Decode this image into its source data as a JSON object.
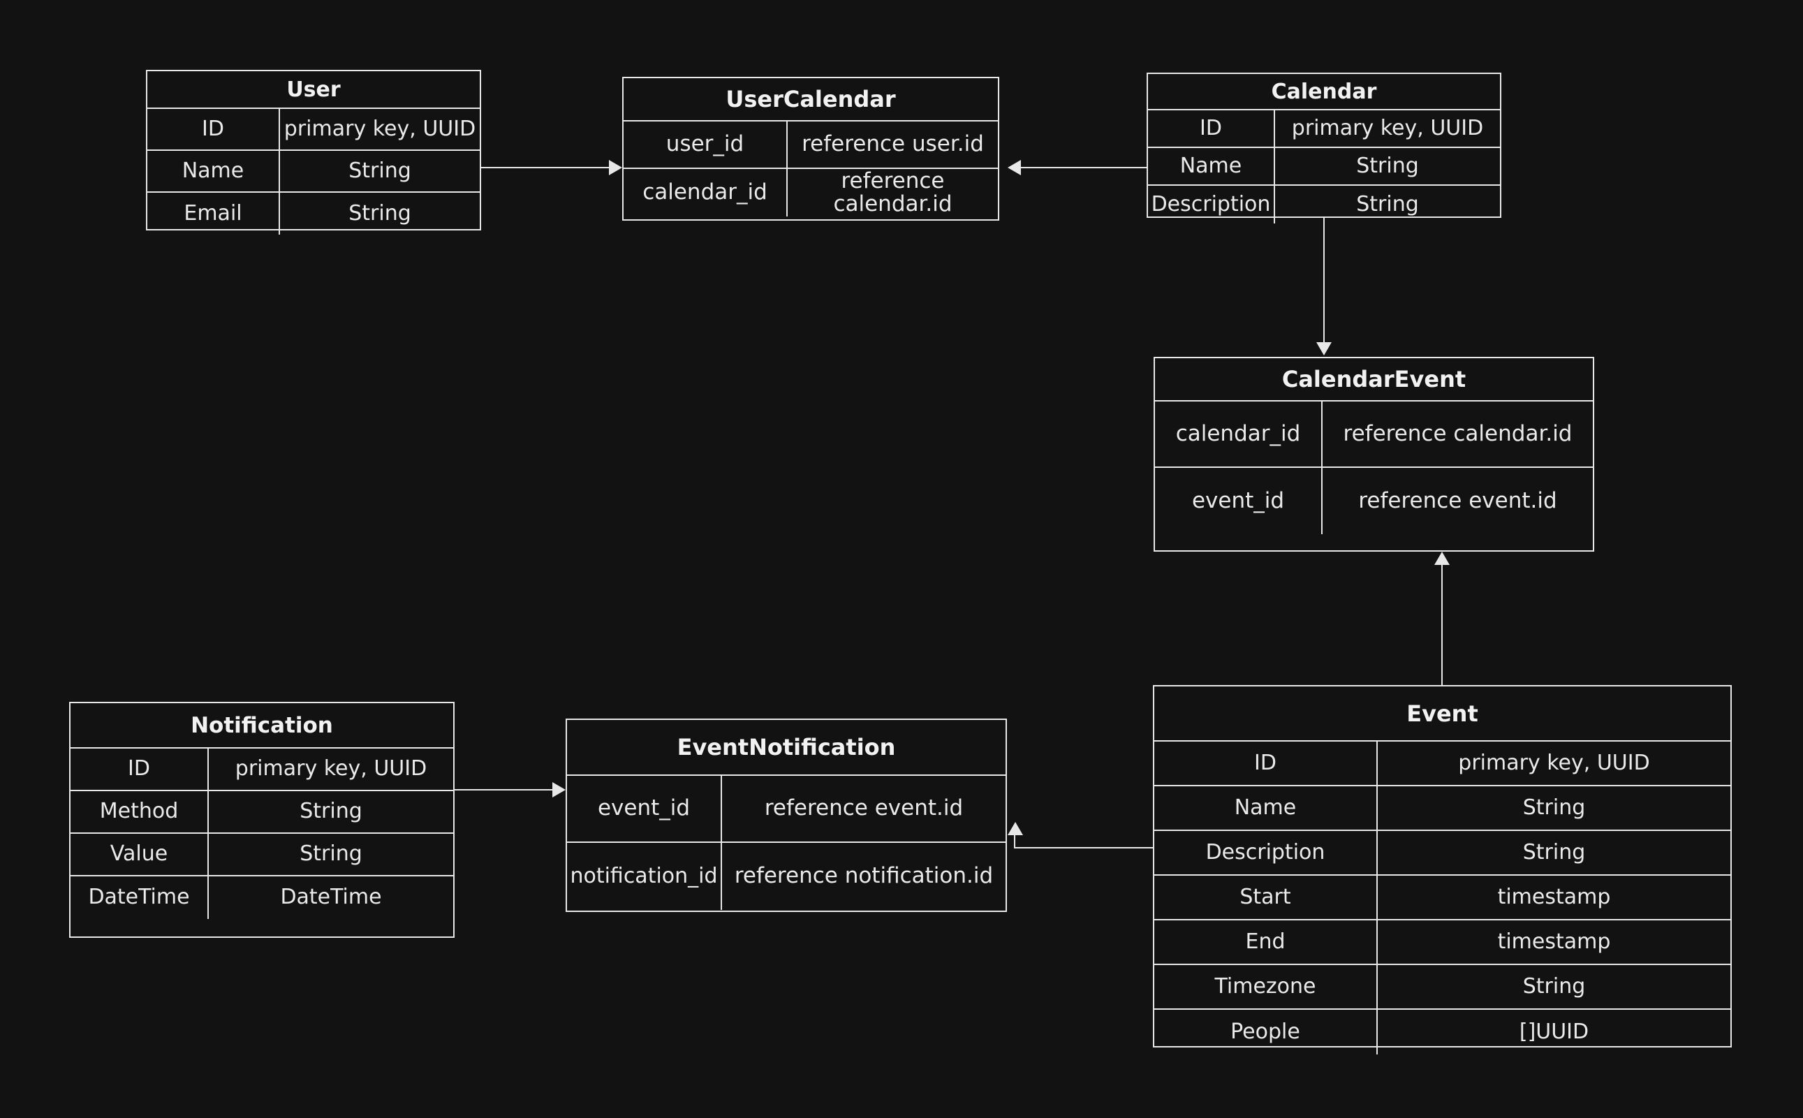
{
  "diagram": {
    "type": "entity-relationship-diagram",
    "background_color": "#121212",
    "line_color": "#e8e8e8",
    "text_color": "#eaeaea"
  },
  "entities": {
    "user": {
      "title": "User",
      "rows": [
        {
          "field": "ID",
          "type": "primary key, UUID"
        },
        {
          "field": "Name",
          "type": "String"
        },
        {
          "field": "Email",
          "type": "String"
        }
      ]
    },
    "usercalendar": {
      "title": "UserCalendar",
      "rows": [
        {
          "field": "user_id",
          "type": "reference user.id"
        },
        {
          "field": "calendar_id",
          "type": "reference calendar.id"
        }
      ]
    },
    "calendar": {
      "title": "Calendar",
      "rows": [
        {
          "field": "ID",
          "type": "primary key, UUID"
        },
        {
          "field": "Name",
          "type": "String"
        },
        {
          "field": "Description",
          "type": "String"
        }
      ]
    },
    "calendarevent": {
      "title": "CalendarEvent",
      "rows": [
        {
          "field": "calendar_id",
          "type": "reference calendar.id"
        },
        {
          "field": "event_id",
          "type": "reference event.id"
        }
      ]
    },
    "event": {
      "title": "Event",
      "rows": [
        {
          "field": "ID",
          "type": "primary key, UUID"
        },
        {
          "field": "Name",
          "type": "String"
        },
        {
          "field": "Description",
          "type": "String"
        },
        {
          "field": "Start",
          "type": "timestamp"
        },
        {
          "field": "End",
          "type": "timestamp"
        },
        {
          "field": "Timezone",
          "type": "String"
        },
        {
          "field": "People",
          "type": "[]UUID"
        }
      ]
    },
    "notification": {
      "title": "Notification",
      "rows": [
        {
          "field": "ID",
          "type": "primary key, UUID"
        },
        {
          "field": "Method",
          "type": "String"
        },
        {
          "field": "Value",
          "type": "String"
        },
        {
          "field": "DateTime",
          "type": "DateTime"
        }
      ]
    },
    "eventnotification": {
      "title": "EventNotification",
      "rows": [
        {
          "field": "event_id",
          "type": "reference event.id"
        },
        {
          "field": "notification_id",
          "type": "reference notification.id"
        }
      ]
    }
  },
  "relationships": [
    {
      "from": "User",
      "to": "UserCalendar",
      "direction": "right"
    },
    {
      "from": "Calendar",
      "to": "UserCalendar",
      "direction": "left"
    },
    {
      "from": "Calendar",
      "to": "CalendarEvent",
      "direction": "down"
    },
    {
      "from": "Event",
      "to": "CalendarEvent",
      "direction": "up"
    },
    {
      "from": "Notification",
      "to": "EventNotification",
      "direction": "right"
    },
    {
      "from": "Event",
      "to": "EventNotification",
      "direction": "up"
    }
  ]
}
